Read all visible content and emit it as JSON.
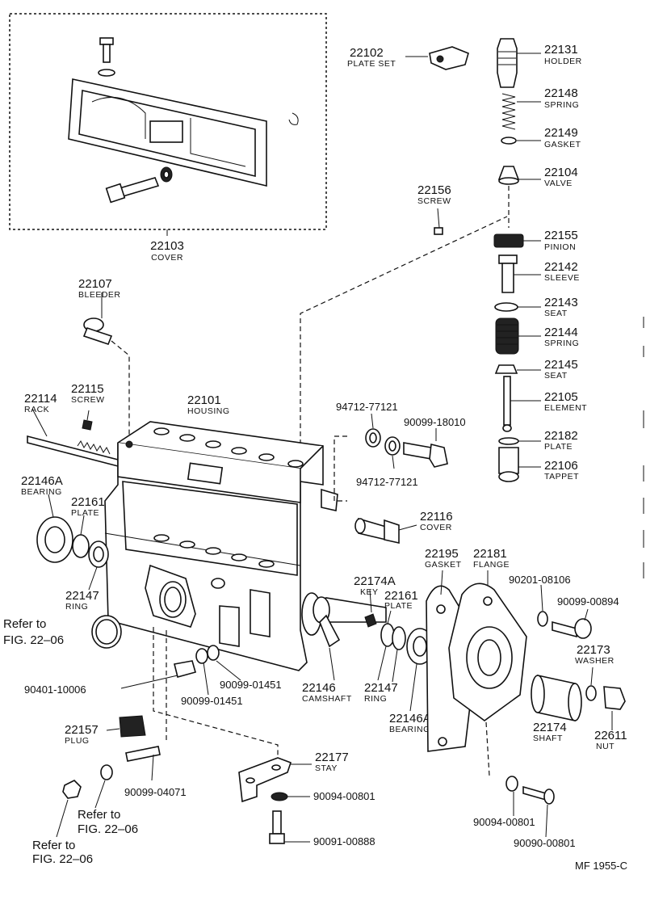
{
  "diagram_code": "MF 1955-C",
  "parts": {
    "p22103": {
      "num": "22103",
      "name": "COVER"
    },
    "p22102": {
      "num": "22102",
      "name": "PLATE SET"
    },
    "p22131": {
      "num": "22131",
      "name": "HOLDER"
    },
    "p22148": {
      "num": "22148",
      "name": "SPRING"
    },
    "p22149": {
      "num": "22149",
      "name": "GASKET"
    },
    "p22104": {
      "num": "22104",
      "name": "VALVE"
    },
    "p22156": {
      "num": "22156",
      "name": "SCREW"
    },
    "p22155": {
      "num": "22155",
      "name": "PINION"
    },
    "p22142": {
      "num": "22142",
      "name": "SLEEVE"
    },
    "p22143": {
      "num": "22143",
      "name": "SEAT"
    },
    "p22144": {
      "num": "22144",
      "name": "SPRING"
    },
    "p22145": {
      "num": "22145",
      "name": "SEAT"
    },
    "p22105": {
      "num": "22105",
      "name": "ELEMENT"
    },
    "p22182": {
      "num": "22182",
      "name": "PLATE"
    },
    "p22106": {
      "num": "22106",
      "name": "TAPPET"
    },
    "p22107": {
      "num": "22107",
      "name": "BLEEDER"
    },
    "p22114": {
      "num": "22114",
      "name": "RACK"
    },
    "p22115": {
      "num": "22115",
      "name": "SCREW"
    },
    "p22101": {
      "num": "22101",
      "name": "HOUSING"
    },
    "p22146A_left": {
      "num": "22146A",
      "name": "BEARING"
    },
    "p22161_left": {
      "num": "22161",
      "name": "PLATE"
    },
    "p22147_left": {
      "num": "22147",
      "name": "RING"
    },
    "p22116": {
      "num": "22116",
      "name": "COVER"
    },
    "p22174A": {
      "num": "22174A",
      "name": "KEY"
    },
    "p22161_right": {
      "num": "22161",
      "name": "PLATE"
    },
    "p22195": {
      "num": "22195",
      "name": "GASKET"
    },
    "p22181": {
      "num": "22181",
      "name": "FLANGE"
    },
    "p22146": {
      "num": "22146",
      "name": "CAMSHAFT"
    },
    "p22147_right": {
      "num": "22147",
      "name": "RING"
    },
    "p22146A_right": {
      "num": "22146A",
      "name": "BEARING"
    },
    "p22173": {
      "num": "22173",
      "name": "WASHER"
    },
    "p22174": {
      "num": "22174",
      "name": "SHAFT"
    },
    "p22611": {
      "num": "22611",
      "name": "NUT"
    },
    "p22157": {
      "num": "22157",
      "name": "PLUG"
    },
    "p22177": {
      "num": "22177",
      "name": "STAY"
    }
  },
  "codes": {
    "c94712_top": "94712-77121",
    "c90099_18010": "90099-18010",
    "c94712_bottom": "94712-77121",
    "c90201_08106": "90201-08106",
    "c90099_00894": "90099-00894",
    "c90401_10006": "90401-10006",
    "c90099_01451_a": "90099-01451",
    "c90099_01451_b": "90099-01451",
    "c90099_04071": "90099-04071",
    "c90094_00801_a": "90094-00801",
    "c90091_00888": "90091-00888",
    "c90094_00801_b": "90094-00801",
    "c90090_00801": "90090-00801"
  },
  "refs": {
    "r1": {
      "line1": "Refer to",
      "line2": "FIG. 22–06"
    },
    "r2": {
      "line1": "Refer to",
      "line2": "FIG. 22–06"
    },
    "r3": {
      "line1": "Refer to",
      "line2": "FIG. 22–06"
    }
  }
}
